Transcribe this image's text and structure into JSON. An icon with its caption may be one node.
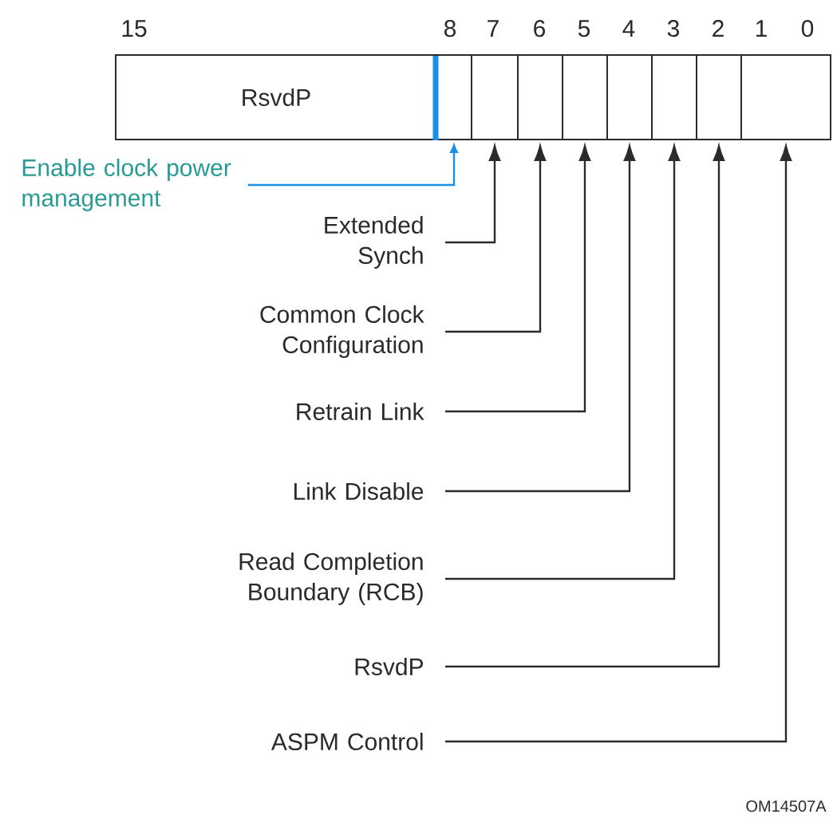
{
  "diagram": {
    "nodes": [
      {
        "text": [
          "RsvdP"
        ]
      },
      {
        "text": [],
        "shape": "box"
      },
      {
        "text": [],
        "shape": "box"
      },
      {
        "text": [],
        "shape": "box"
      },
      {
        "text": [],
        "shape": "box"
      },
      {
        "text": [],
        "shape": "box"
      },
      {
        "text": [],
        "shape": "box"
      },
      {
        "text": [],
        "shape": "box"
      },
      {
        "text": [],
        "shape": "box"
      },
      {
        "text": [
          "Enable clock power management"
        ]
      },
      {
        "text": [
          "Extended Synch"
        ]
      },
      {
        "text": [
          "Common Clock Configuration"
        ]
      },
      {
        "text": [
          "Retrain Link"
        ]
      },
      {
        "text": [
          "Link Disable"
        ]
      },
      {
        "text": [
          "Read Completion Boundary (RCB)"
        ]
      },
      {
        "text": [
          "RsvdP"
        ]
      },
      {
        "text": [
          "ASPM Control"
        ]
      }
    ],
    "edges": [
      {
        "from": 9,
        "to": 1,
        "arrow": "to",
        "color": "#1a8fe8"
      },
      {
        "from": 10,
        "to": 2,
        "arrow": "to"
      },
      {
        "from": 11,
        "to": 3,
        "arrow": "to"
      },
      {
        "from": 12,
        "to": 4,
        "arrow": "to"
      },
      {
        "from": 13,
        "to": 5,
        "arrow": "to"
      },
      {
        "from": 14,
        "to": 6,
        "arrow": "to"
      },
      {
        "from": 15,
        "to": 7,
        "arrow": "to"
      },
      {
        "from": 16,
        "to": 8,
        "arrow": "to"
      }
    ],
    "labels": [
      "15",
      "8",
      "7",
      "6",
      "5",
      "4",
      "3",
      "2",
      "1",
      "0",
      "OM14507A"
    ]
  }
}
